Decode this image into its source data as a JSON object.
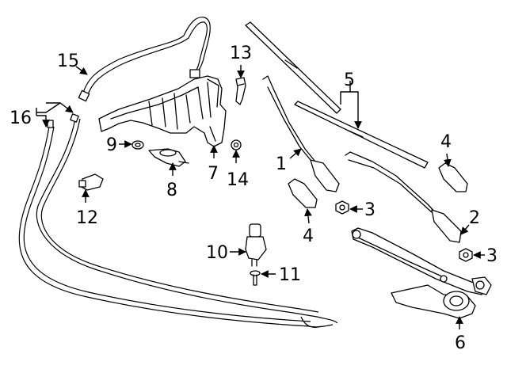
{
  "diagram": {
    "callouts": [
      {
        "id": "c1",
        "text": "1"
      },
      {
        "id": "c2",
        "text": "2"
      },
      {
        "id": "c3a",
        "text": "3"
      },
      {
        "id": "c3b",
        "text": "3"
      },
      {
        "id": "c4a",
        "text": "4"
      },
      {
        "id": "c4b",
        "text": "4"
      },
      {
        "id": "c5",
        "text": "5"
      },
      {
        "id": "c6",
        "text": "6"
      },
      {
        "id": "c7",
        "text": "7"
      },
      {
        "id": "c8",
        "text": "8"
      },
      {
        "id": "c9",
        "text": "9"
      },
      {
        "id": "c10",
        "text": "10"
      },
      {
        "id": "c11",
        "text": "11"
      },
      {
        "id": "c12",
        "text": "12"
      },
      {
        "id": "c13",
        "text": "13"
      },
      {
        "id": "c14",
        "text": "14"
      },
      {
        "id": "c15",
        "text": "15"
      },
      {
        "id": "c16",
        "text": "16"
      }
    ]
  }
}
